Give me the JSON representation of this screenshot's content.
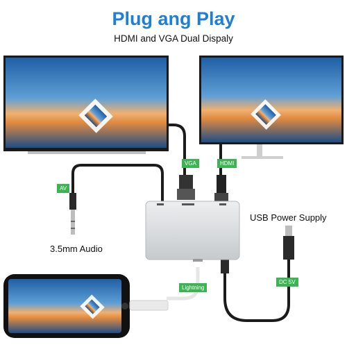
{
  "header": {
    "title": "Plug ang Play",
    "subtitle": "HDMI and VGA Dual Dispaly"
  },
  "labels": {
    "vga": "VGA",
    "hdmi": "HDMI",
    "av": "AV",
    "lightning": "Lightning",
    "dc5v": "DC 5V",
    "usb_power": "USB Power Supply",
    "audio": "3.5mm Audio"
  },
  "colors": {
    "title": "#1f7fd3",
    "label_bg": "#3db454",
    "hub": "#d7d9dc"
  }
}
